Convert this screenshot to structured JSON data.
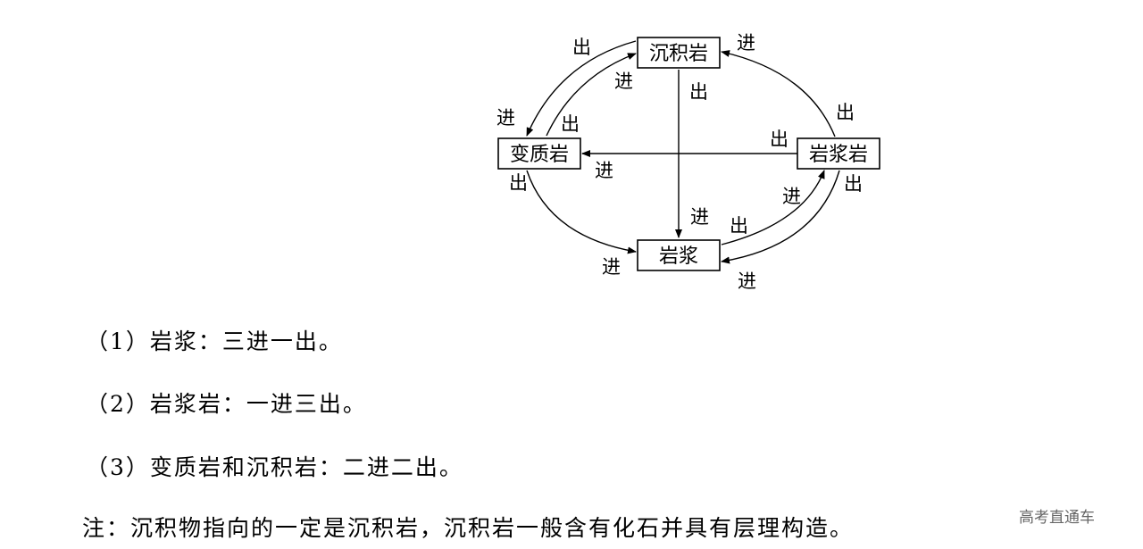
{
  "diagram": {
    "nodes": {
      "sedimentary": "沉积岩",
      "metamorphic": "变质岩",
      "igneous": "岩浆岩",
      "magma": "岩浆"
    },
    "arrow_labels": {
      "out": "出",
      "in": "进"
    }
  },
  "notes": {
    "line1": "（1）岩浆：三进一出。",
    "line2": "（2）岩浆岩：一进三出。",
    "line3": "（3）变质岩和沉积岩：二进二出。",
    "footnote": "注：沉积物指向的一定是沉积岩，沉积岩一般含有化石并具有层理构造。"
  },
  "watermark": "高考直通车"
}
